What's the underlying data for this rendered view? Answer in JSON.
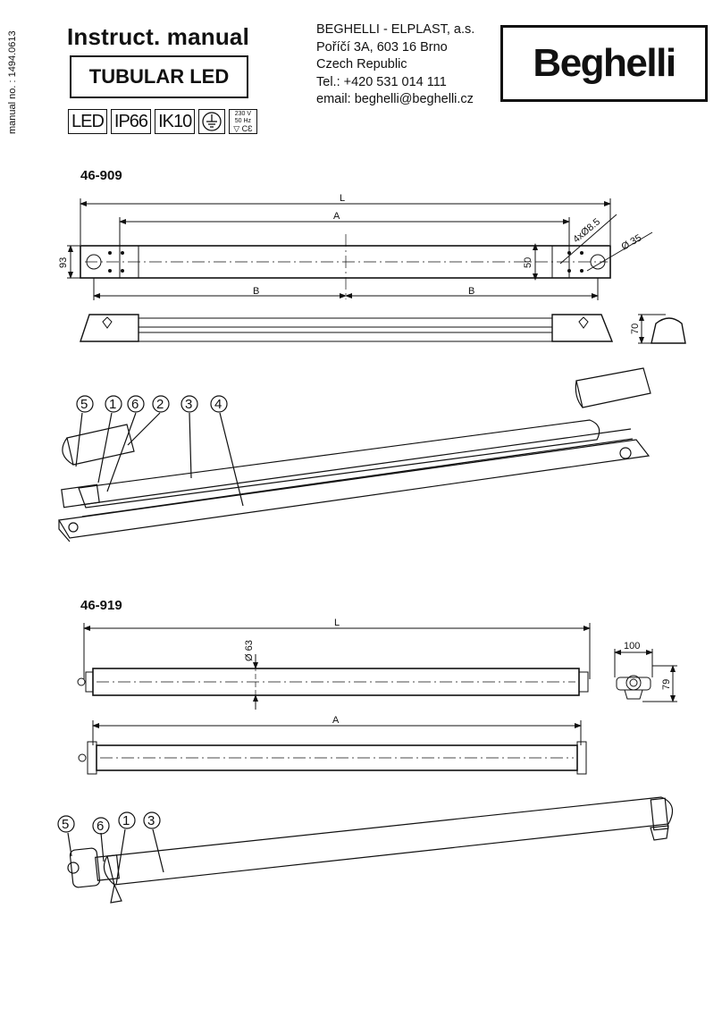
{
  "header": {
    "side_text": "manual no. : 1494.0613",
    "title": "Instruct. manual",
    "product": "TUBULAR LED",
    "badges": [
      "LED",
      "IP66",
      "IK10"
    ],
    "supply": [
      "230 V",
      "50 Hz"
    ],
    "ce_mark": "CƐ",
    "company": {
      "name": "BEGHELLI - ELPLAST, a.s.",
      "street": "Poříčí 3A, 603 16 Brno",
      "country": "Czech Republic",
      "phone": "Tel.: +420 531 014 111",
      "email": "email: beghelli@beghelli.cz"
    },
    "logo": "Beghelli",
    "icons": [
      "earth-ground-icon",
      "flammable-surface-icon"
    ]
  },
  "model_a": {
    "code": "46-909",
    "dims": {
      "L": "L",
      "A": "A",
      "B": "B",
      "height": "93",
      "mount": "50",
      "holes": "4xØ8.5",
      "hole": "Ø 35",
      "profile": "70"
    },
    "parts": [
      "5",
      "1",
      "6",
      "2",
      "3",
      "4"
    ]
  },
  "model_b": {
    "code": "46-919",
    "dims": {
      "L": "L",
      "A": "A",
      "diameter": "Ø 63",
      "width": "100",
      "height": "79"
    },
    "parts": [
      "5",
      "6",
      "1",
      "3"
    ]
  }
}
